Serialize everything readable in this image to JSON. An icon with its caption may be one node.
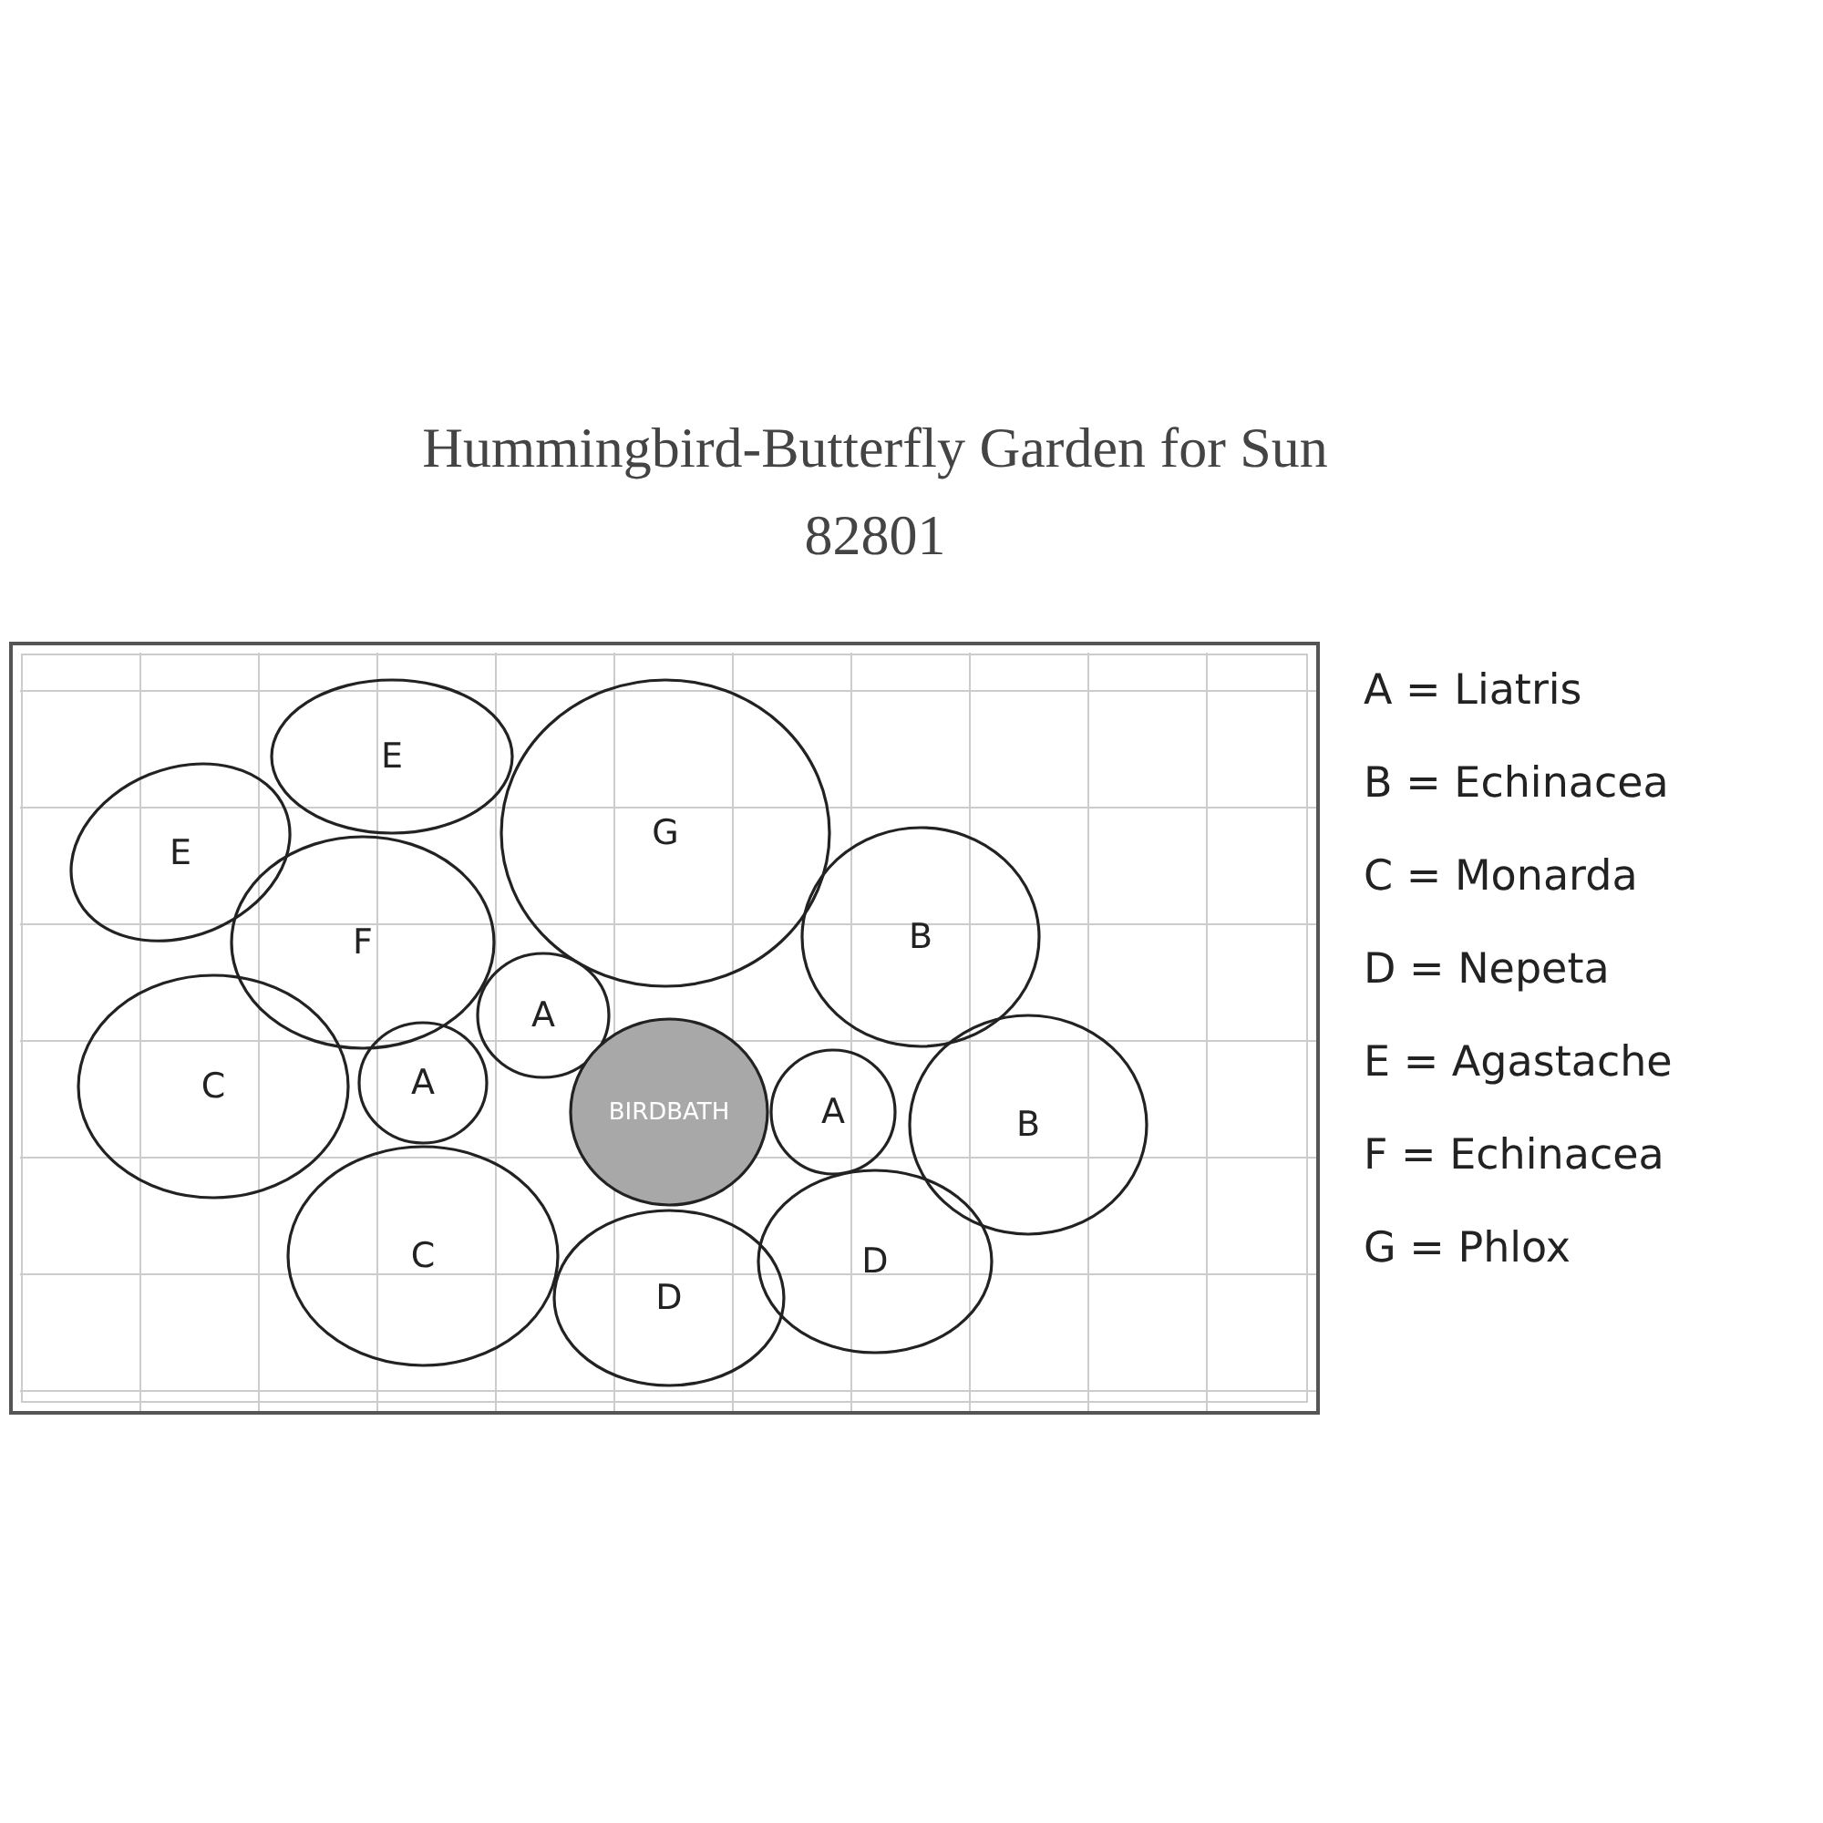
{
  "diagram": {
    "title": "Hummingbird-Butterfly Garden for Sun 82801",
    "nodes": [
      {
        "text": [],
        "shape": "box"
      },
      {
        "text": [
          "E"
        ],
        "in": 0
      },
      {
        "text": [
          "E"
        ],
        "in": 0
      },
      {
        "text": [
          "G"
        ],
        "in": 0
      },
      {
        "text": [
          "F"
        ],
        "in": 0
      },
      {
        "text": [
          "B"
        ],
        "in": 0
      },
      {
        "text": [
          "A"
        ],
        "in": 0
      },
      {
        "text": [
          "C"
        ],
        "in": 0
      },
      {
        "text": [
          "A"
        ],
        "in": 0
      },
      {
        "text": [
          "BIRDBATH"
        ],
        "in": 0
      },
      {
        "text": [
          "A"
        ],
        "in": 0
      },
      {
        "text": [
          "B"
        ],
        "in": 0
      },
      {
        "text": [
          "C"
        ],
        "in": 0
      },
      {
        "text": [
          "D"
        ],
        "in": 0
      },
      {
        "text": [
          "D"
        ],
        "in": 0
      }
    ],
    "labels": [
      "A = Liatris",
      "B = Echinacea",
      "C = Monarda",
      "D = Nepeta",
      "E = Agastache",
      "F = Echinacea",
      "G = Phlox"
    ]
  }
}
